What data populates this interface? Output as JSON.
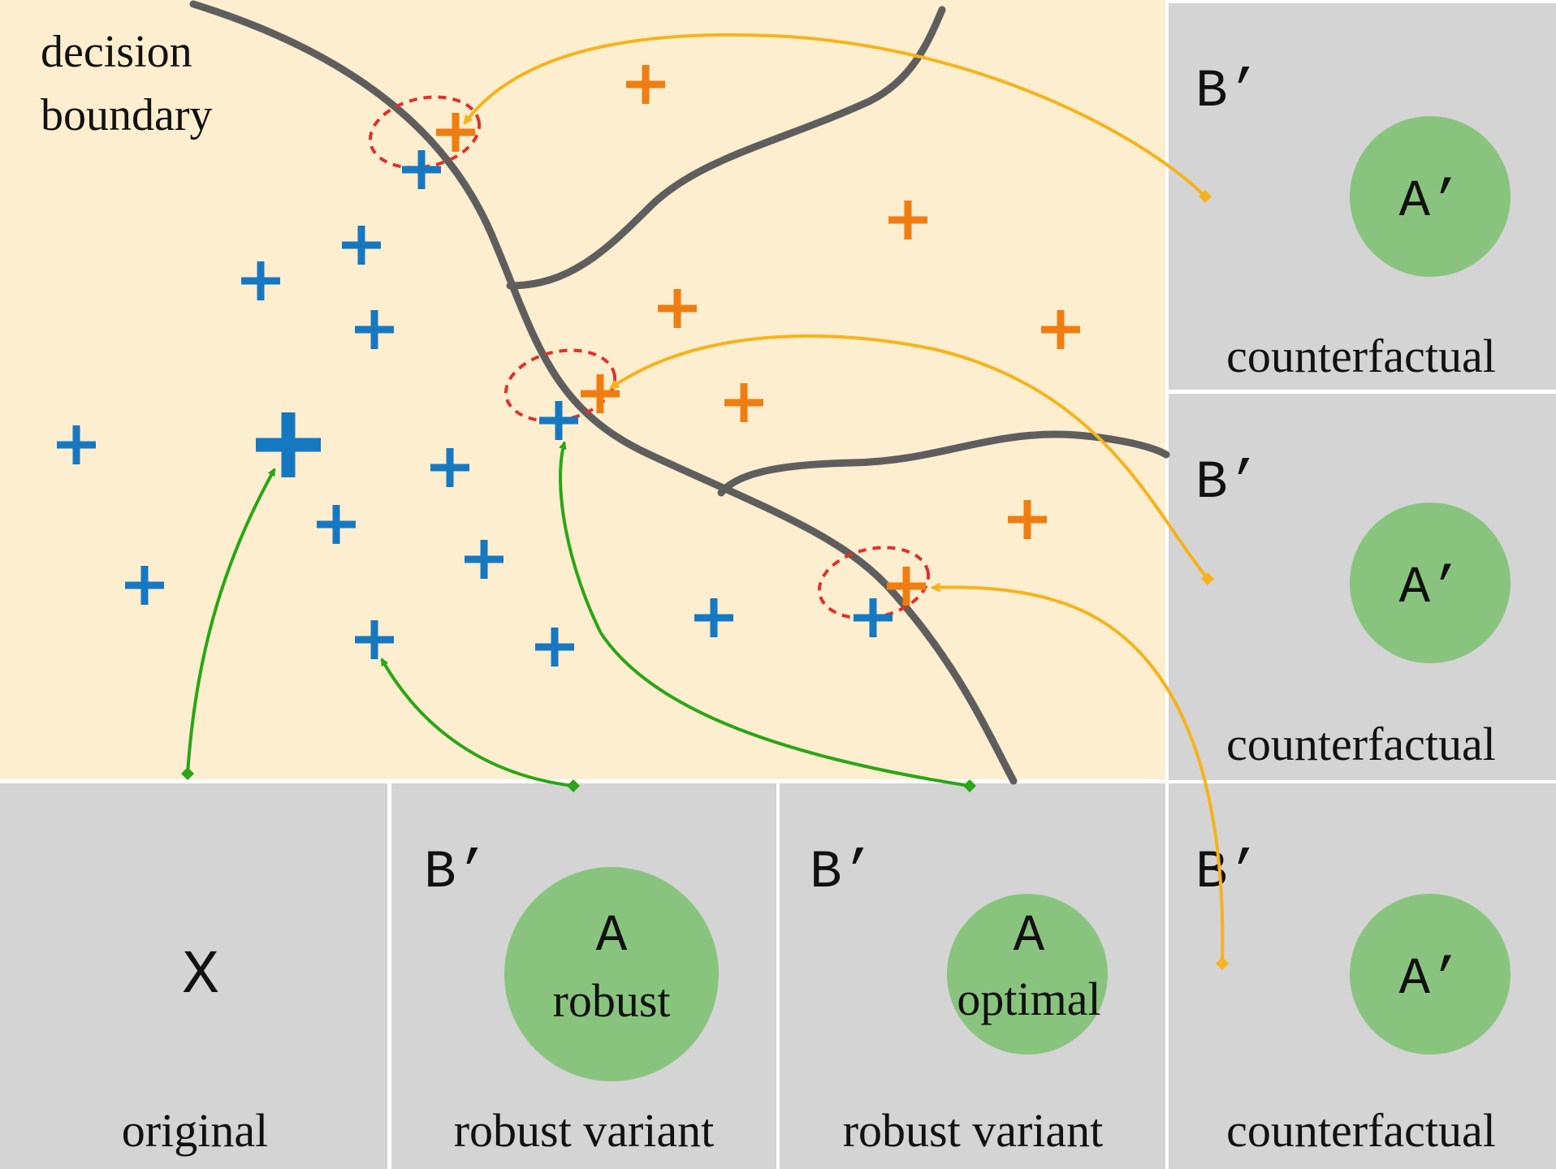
{
  "boundary_label": [
    "decision",
    "boundary"
  ],
  "panels": {
    "original": {
      "symbol": "X",
      "caption": "original"
    },
    "robust_1": {
      "corner": "B’",
      "circle_top": "A",
      "circle_bottom": "robust",
      "caption": "robust variant"
    },
    "robust_2": {
      "corner": "B’",
      "circle_top": "A",
      "circle_bottom": "optimal",
      "caption": "robust variant"
    },
    "cf_1": {
      "corner": "B’",
      "circle": "A’",
      "caption": "counterfactual"
    },
    "cf_2": {
      "corner": "B’",
      "circle": "A’",
      "caption": "counterfactual"
    },
    "cf_3": {
      "corner": "B’",
      "circle": "A’",
      "caption": "counterfactual"
    }
  },
  "colors": {
    "region": "#fdeecf",
    "panel": "#d4d4d4",
    "circle": "#89c47e",
    "class_a": "#1778c2",
    "class_b": "#f07d12",
    "boundary": "#5e5e5e",
    "green_arrow": "#2aa617",
    "orange_arrow": "#f6b31c",
    "highlight": "#e0312c"
  },
  "icons": {
    "marker": "plus-icon"
  }
}
